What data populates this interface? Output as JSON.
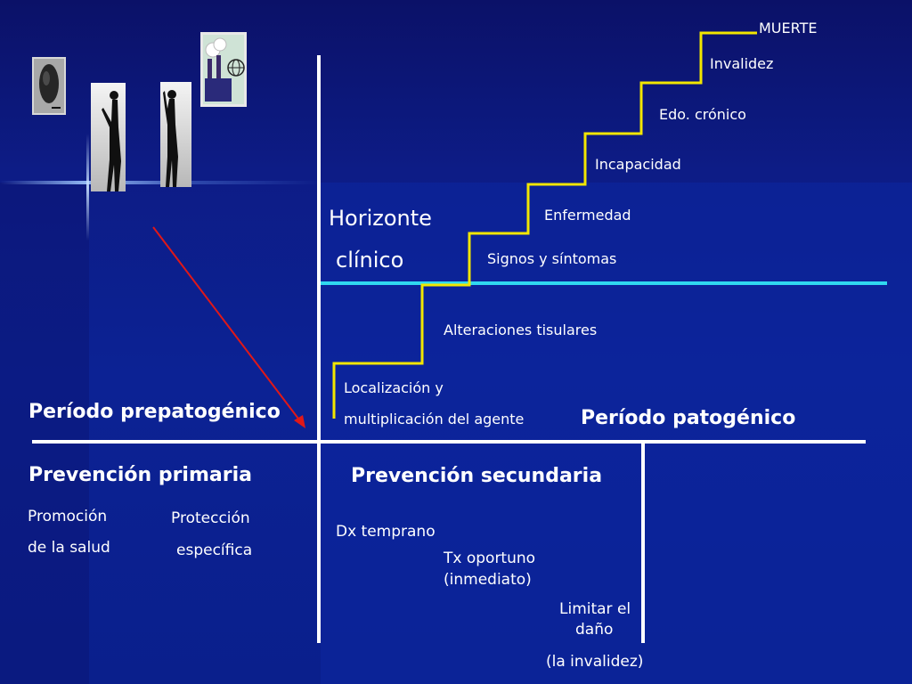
{
  "stairs": {
    "muerte": "MUERTE",
    "invalidez": "Invalidez",
    "edo_cronico": "Edo. crónico",
    "incapacidad": "Incapacidad",
    "enfermedad": "Enfermedad",
    "signos": "Signos y síntomas",
    "alteraciones": "Alteraciones tisulares",
    "localizacion_1": "Localización y",
    "localizacion_2": "multiplicación del agente"
  },
  "horizonte": {
    "line1": "Horizonte",
    "line2": "clínico"
  },
  "periods": {
    "prepatogenico": "Período prepatogénico",
    "patogenico": "Período patogénico"
  },
  "prevention": {
    "primaria": "Prevención primaria",
    "secundaria": "Prevención secundaria",
    "promocion_1": "Promoción",
    "promocion_2": "de la salud",
    "proteccion_1": "Protección",
    "proteccion_2": "específica",
    "dx": "Dx temprano",
    "tx_1": "Tx oportuno",
    "tx_2": "(inmediato)",
    "limitar_1": "Limitar el",
    "limitar_2": "daño",
    "limitar_3": "(la invalidez)"
  },
  "colors": {
    "stair": "#f2e600",
    "horizon": "#30d8f0",
    "arrow": "#e01818",
    "axis": "#ffffff"
  },
  "icons": [
    "microbe-image",
    "human-silhouette-image",
    "human-silhouette-image",
    "factory-globe-image"
  ]
}
